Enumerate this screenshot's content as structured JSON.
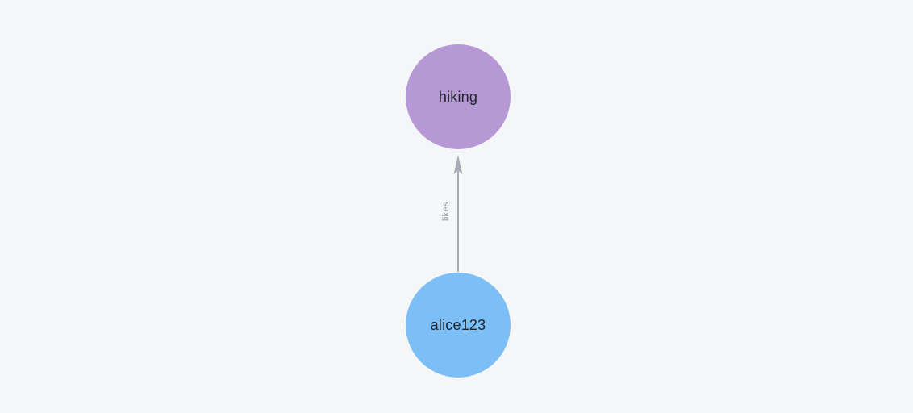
{
  "canvas": {
    "background": "#f5f6f7"
  },
  "graph": {
    "nodes": [
      {
        "label": "hiking",
        "color": "#b699d4",
        "label_color": "#20242a"
      },
      {
        "label": "alice123",
        "color": "#7cbff7",
        "label_color": "#20242a"
      }
    ],
    "edges": [
      {
        "label": "likes",
        "source": "alice123",
        "target": "hiking",
        "direction": "up",
        "color": "#a7abb4",
        "label_color": "#8f939b"
      }
    ]
  }
}
